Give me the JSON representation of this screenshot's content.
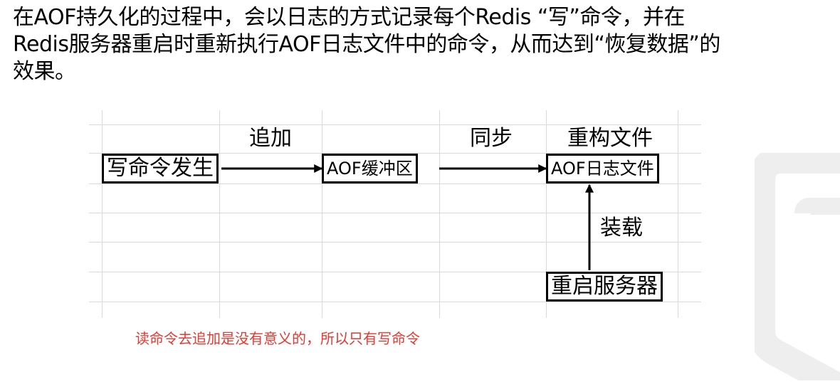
{
  "intro": {
    "line1": "在AOF持久化的过程中，会以日志的方式记录每个Redis “写”命令，并在",
    "line2": "Redis服务器重启时重新执行AOF日志文件中的命令，从而达到“恢复数据”的",
    "line3": "效果。"
  },
  "diagram": {
    "boxes": {
      "write_command": "写命令发生",
      "aof_buffer": "AOF缓冲区",
      "aof_log_file": "AOF日志文件",
      "restart_server": "重启服务器"
    },
    "labels": {
      "append": "追加",
      "sync": "同步",
      "rebuild": "重构文件",
      "load": "装载"
    }
  },
  "note": "读命令去追加是没有意义的，所以只有写命令",
  "colors": {
    "note_text": "#e8382f",
    "grid": "#d9d9d9",
    "watermark": "#eeeeee"
  }
}
